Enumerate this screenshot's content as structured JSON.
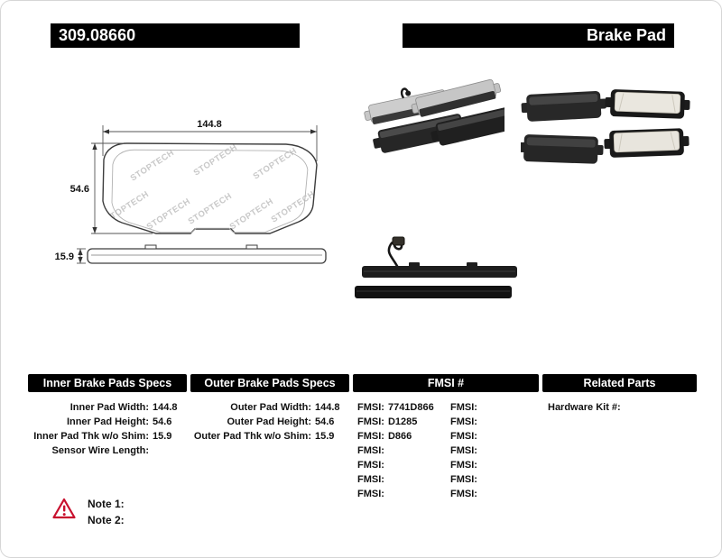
{
  "header": {
    "part_number": "309.08660",
    "product_name": "Brake Pad"
  },
  "colors": {
    "header_bar": "#000000",
    "warning": "#c8102e"
  },
  "drawing": {
    "watermark": "STOPTECH",
    "width_dim": "144.8",
    "height_dim": "54.6",
    "thickness_dim": "15.9"
  },
  "tables": {
    "inner": {
      "title": "Inner Brake Pads Specs",
      "rows": [
        {
          "label": "Inner Pad Width:",
          "value": "144.8"
        },
        {
          "label": "Inner Pad Height:",
          "value": "54.6"
        },
        {
          "label": "Inner Pad Thk w/o Shim:",
          "value": "15.9"
        },
        {
          "label": "Sensor Wire Length:",
          "value": ""
        }
      ]
    },
    "outer": {
      "title": "Outer Brake Pads Specs",
      "rows": [
        {
          "label": "Outer Pad Width:",
          "value": "144.8"
        },
        {
          "label": "Outer Pad Height:",
          "value": "54.6"
        },
        {
          "label": "Outer Pad Thk w/o Shim:",
          "value": "15.9"
        }
      ]
    },
    "fmsi": {
      "title": "FMSI #",
      "left_rows": [
        {
          "label": "FMSI:",
          "value": "7741D866"
        },
        {
          "label": "FMSI:",
          "value": "D1285"
        },
        {
          "label": "FMSI:",
          "value": "D866"
        },
        {
          "label": "FMSI:",
          "value": ""
        },
        {
          "label": "FMSI:",
          "value": ""
        },
        {
          "label": "FMSI:",
          "value": ""
        },
        {
          "label": "FMSI:",
          "value": ""
        }
      ],
      "right_rows": [
        {
          "label": "FMSI:",
          "value": ""
        },
        {
          "label": "FMSI:",
          "value": ""
        },
        {
          "label": "FMSI:",
          "value": ""
        },
        {
          "label": "FMSI:",
          "value": ""
        },
        {
          "label": "FMSI:",
          "value": ""
        },
        {
          "label": "FMSI:",
          "value": ""
        },
        {
          "label": "FMSI:",
          "value": ""
        }
      ]
    },
    "related": {
      "title": "Related Parts",
      "rows": [
        {
          "label": "Hardware Kit #:",
          "value": ""
        }
      ]
    }
  },
  "notes": {
    "items": [
      {
        "label": "Note 1:",
        "text": ""
      },
      {
        "label": "Note 2:",
        "text": ""
      }
    ]
  }
}
